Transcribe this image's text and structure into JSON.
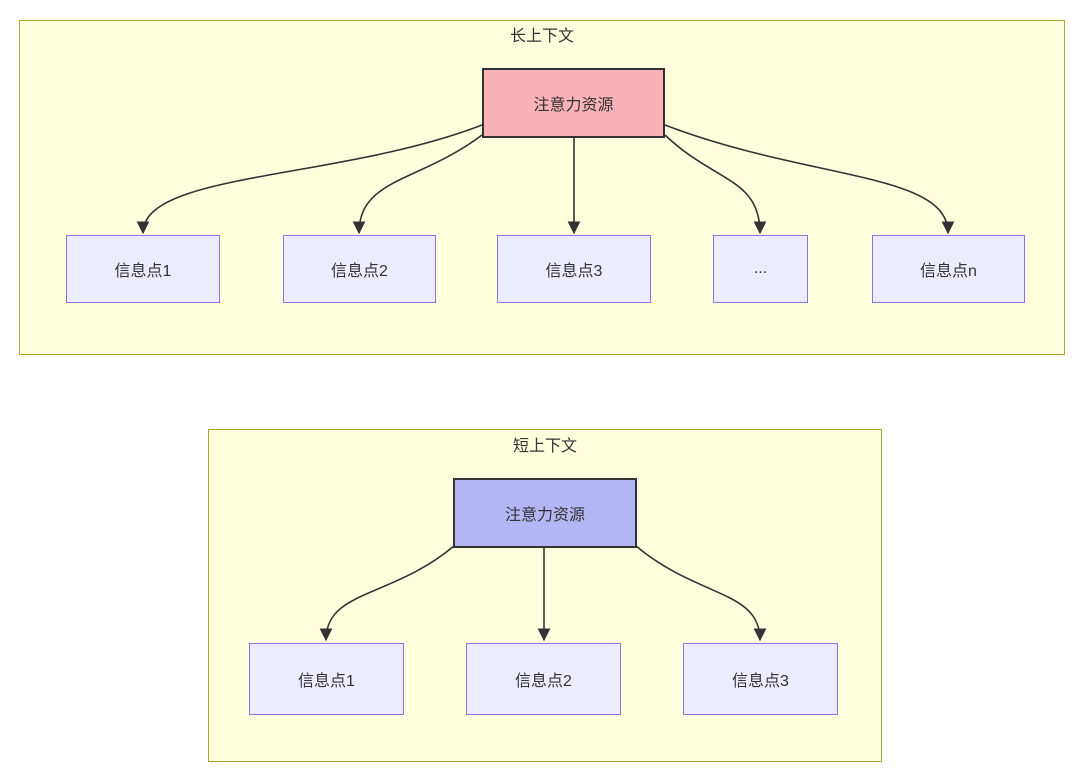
{
  "diagram": {
    "panels": [
      {
        "title": "长上下文",
        "root": {
          "label": "注意力资源",
          "fill": "#f9b2b8"
        },
        "children": [
          {
            "label": "信息点1"
          },
          {
            "label": "信息点2"
          },
          {
            "label": "信息点3"
          },
          {
            "label": "..."
          },
          {
            "label": "信息点n"
          }
        ]
      },
      {
        "title": "短上下文",
        "root": {
          "label": "注意力资源",
          "fill": "#b4b5f4"
        },
        "children": [
          {
            "label": "信息点1"
          },
          {
            "label": "信息点2"
          },
          {
            "label": "信息点3"
          }
        ]
      }
    ],
    "colors": {
      "panel_fill": "#ffffde",
      "panel_border": "#aaaa33",
      "info_node_fill": "#ececff",
      "info_node_border": "#9370db",
      "root_node_border": "#333333",
      "long_root_fill": "#f9b2b8",
      "short_root_fill": "#b4b5f4",
      "edge": "#333333",
      "text": "#333333"
    }
  }
}
